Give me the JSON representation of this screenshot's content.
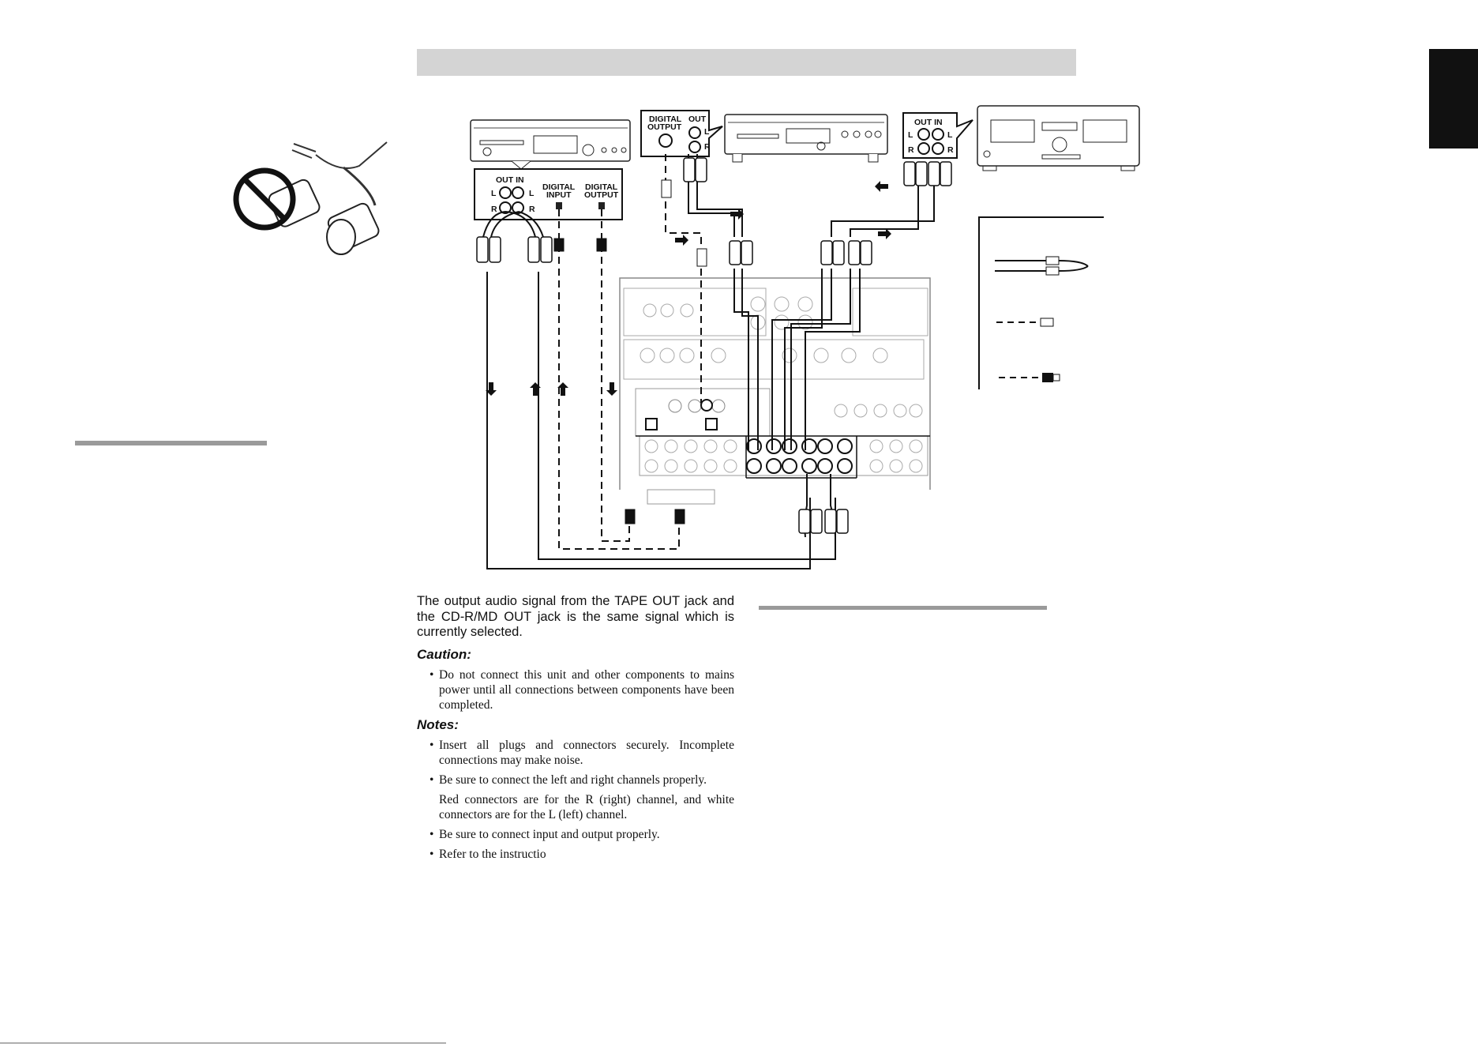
{
  "colors": {
    "header_band": "#d4d4d4",
    "side_tab": "#111111",
    "rule": "#9a9a9a"
  },
  "diagram": {
    "md_recorder_panel": {
      "out_in": "OUT  IN",
      "digital_input": [
        "DIGITAL",
        "INPUT"
      ],
      "digital_output": [
        "DIGITAL",
        "OUTPUT"
      ],
      "left": "L",
      "right": "R"
    },
    "cd_player_panel": {
      "digital_output": [
        "DIGITAL",
        "OUTPUT"
      ],
      "out": "OUT",
      "left": "L",
      "right": "R"
    },
    "tape_deck_panel": {
      "out_in": "OUT  IN",
      "left": "L",
      "right": "R"
    },
    "icons": {
      "prohibited": "no-entry-icon",
      "arrow": "arrow-icon"
    }
  },
  "text": {
    "intro": "The output audio signal from the TAPE OUT jack and the CD-R/MD OUT jack is the same signal which is currently selected.",
    "caution_heading": "Caution:",
    "caution_items": [
      "Do not connect this unit and other components to mains power until all connections between components have been completed."
    ],
    "notes_heading": "Notes:",
    "notes_items": [
      "Insert all plugs and connectors securely. Incomplete connections may make noise.",
      "Be sure to connect the left and right channels properly.",
      "Be sure to connect input and output properly.",
      "Refer to the instructio"
    ],
    "notes_subpara": "Red connectors are for the R (right) channel, and white connectors are for the L (left) channel.",
    "bullet_glyph": "•"
  }
}
